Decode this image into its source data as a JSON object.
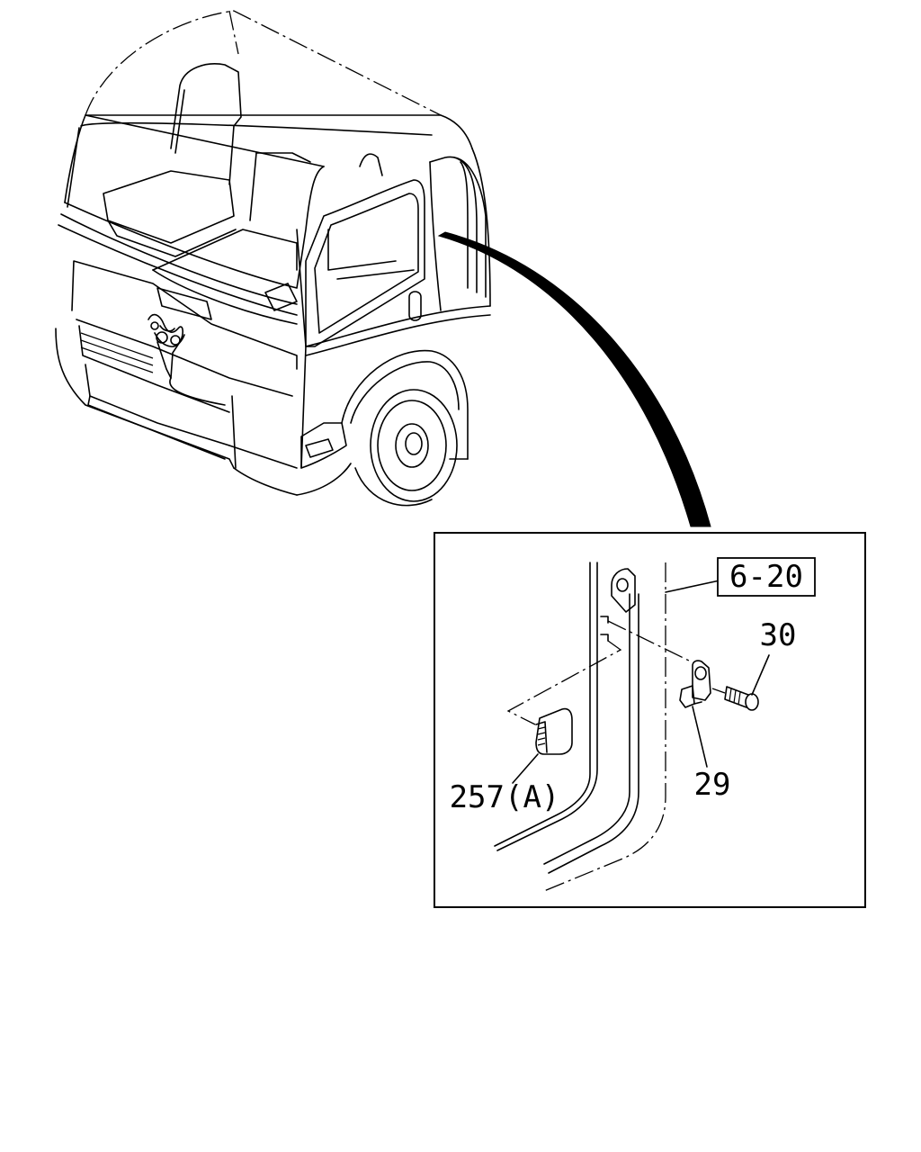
{
  "callouts": {
    "ref_box": "6-20",
    "part_bolt": "30",
    "part_striker": "29",
    "part_switch": "257(A)"
  },
  "colors": {
    "ink": "#000000",
    "paper": "#ffffff"
  }
}
